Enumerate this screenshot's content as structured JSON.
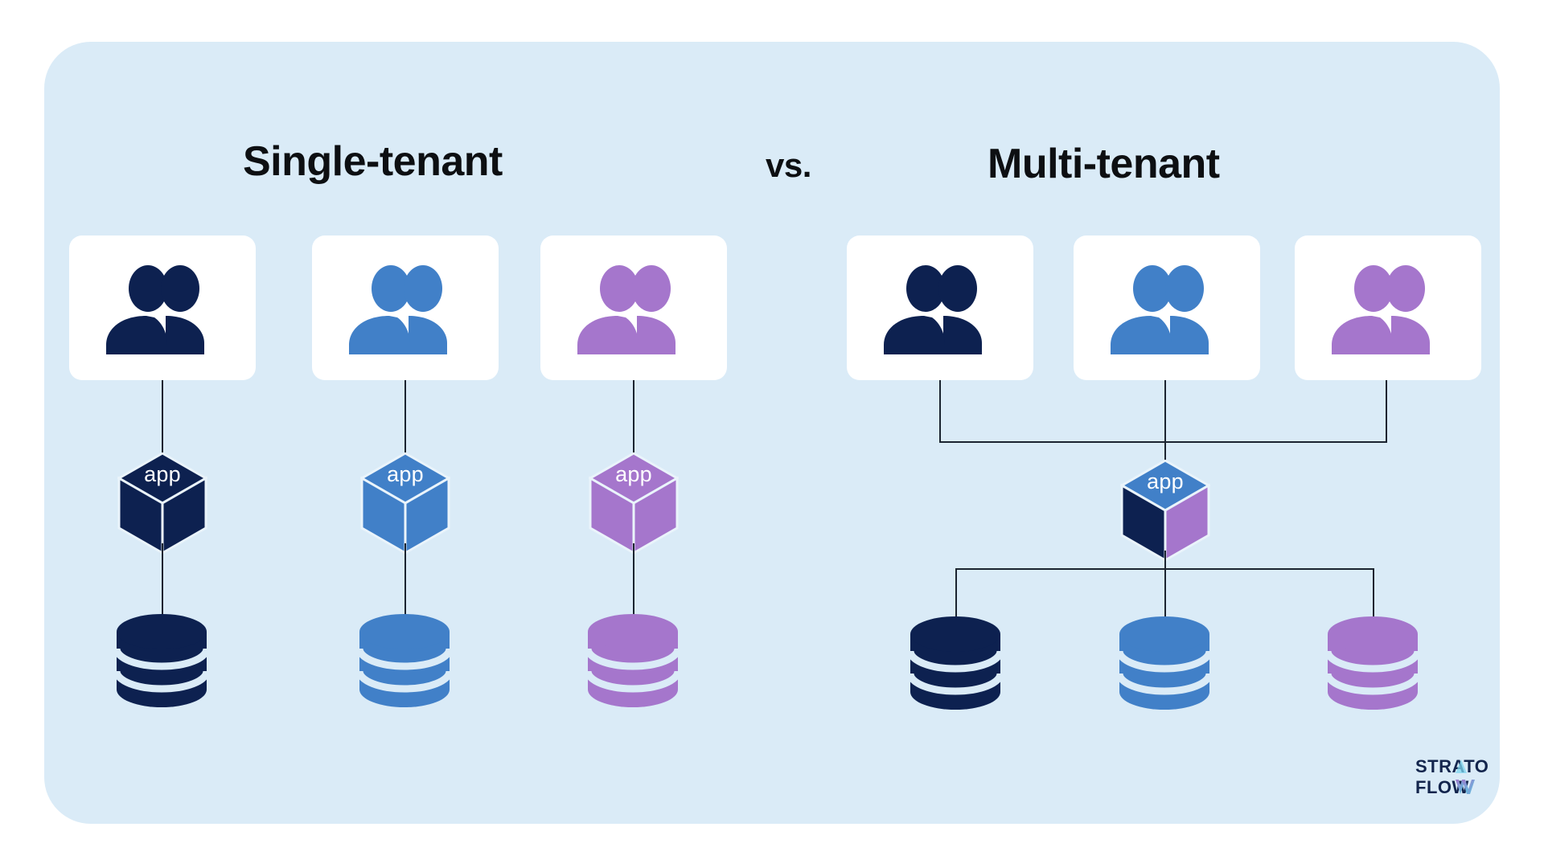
{
  "diagram": {
    "type": "comparison-architecture-diagram",
    "background_color": "#daebf7",
    "headings": {
      "left": "Single-tenant",
      "middle": "vs.",
      "right": "Multi-tenant"
    },
    "node_label": "app",
    "palette": {
      "navy": "#0d2150",
      "blue": "#4180c8",
      "purple": "#a576cc",
      "panel": "#daebf7",
      "card": "#ffffff",
      "line": "#1b2430",
      "text": "#0d0f12"
    },
    "sections": [
      {
        "name": "single-tenant",
        "topology": "isolated-stacks",
        "stacks": [
          {
            "tenant": 1,
            "color": "#0d2150",
            "users_icon": "two-people-icon",
            "app_label": "app",
            "database_icon": "database-cylinder-icon"
          },
          {
            "tenant": 2,
            "color": "#4180c8",
            "users_icon": "two-people-icon",
            "app_label": "app",
            "database_icon": "database-cylinder-icon"
          },
          {
            "tenant": 3,
            "color": "#a576cc",
            "users_icon": "two-people-icon",
            "app_label": "app",
            "database_icon": "database-cylinder-icon"
          }
        ]
      },
      {
        "name": "multi-tenant",
        "topology": "shared-app-instance",
        "tenants": [
          {
            "tenant": 1,
            "color": "#0d2150",
            "users_icon": "two-people-icon"
          },
          {
            "tenant": 2,
            "color": "#4180c8",
            "users_icon": "two-people-icon"
          },
          {
            "tenant": 3,
            "color": "#a576cc",
            "users_icon": "two-people-icon"
          }
        ],
        "shared_app": {
          "label": "app",
          "face_colors": {
            "top": "#4180c8",
            "left": "#0d2150",
            "right": "#a576cc"
          }
        },
        "databases": [
          {
            "tenant": 1,
            "color": "#0d2150",
            "icon": "database-cylinder-icon"
          },
          {
            "tenant": 2,
            "color": "#4180c8",
            "icon": "database-cylinder-icon"
          },
          {
            "tenant": 3,
            "color": "#a576cc",
            "icon": "database-cylinder-icon"
          }
        ]
      }
    ]
  },
  "branding": {
    "logo_line1": "STRATO",
    "logo_line2": "FLOW",
    "logo_name": "stratoflow-logo",
    "logo_color": "#13254d",
    "logo_accent_a": "#7fd6ef",
    "logo_accent_w_start": "#a576cc",
    "logo_accent_w_end": "#4fd0e3"
  }
}
